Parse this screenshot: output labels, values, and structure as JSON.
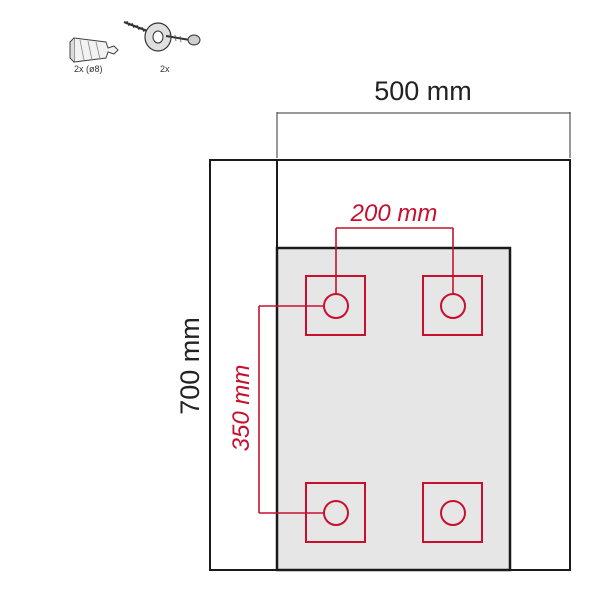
{
  "hardware": {
    "anchor": {
      "icon": "wall-plug-icon",
      "label": "2x  (ø8)"
    },
    "screw": {
      "icon": "screw-with-washer-icon",
      "label": "2x"
    }
  },
  "dimensions": {
    "overall_width": "500 mm",
    "overall_height": "700 mm",
    "hole_spacing_horizontal": "200 mm",
    "hole_spacing_vertical": "350 mm"
  },
  "colors": {
    "outline": "#1a1a1a",
    "panel_fill": "#e6e6e6",
    "accent_red": "#c8102e"
  }
}
